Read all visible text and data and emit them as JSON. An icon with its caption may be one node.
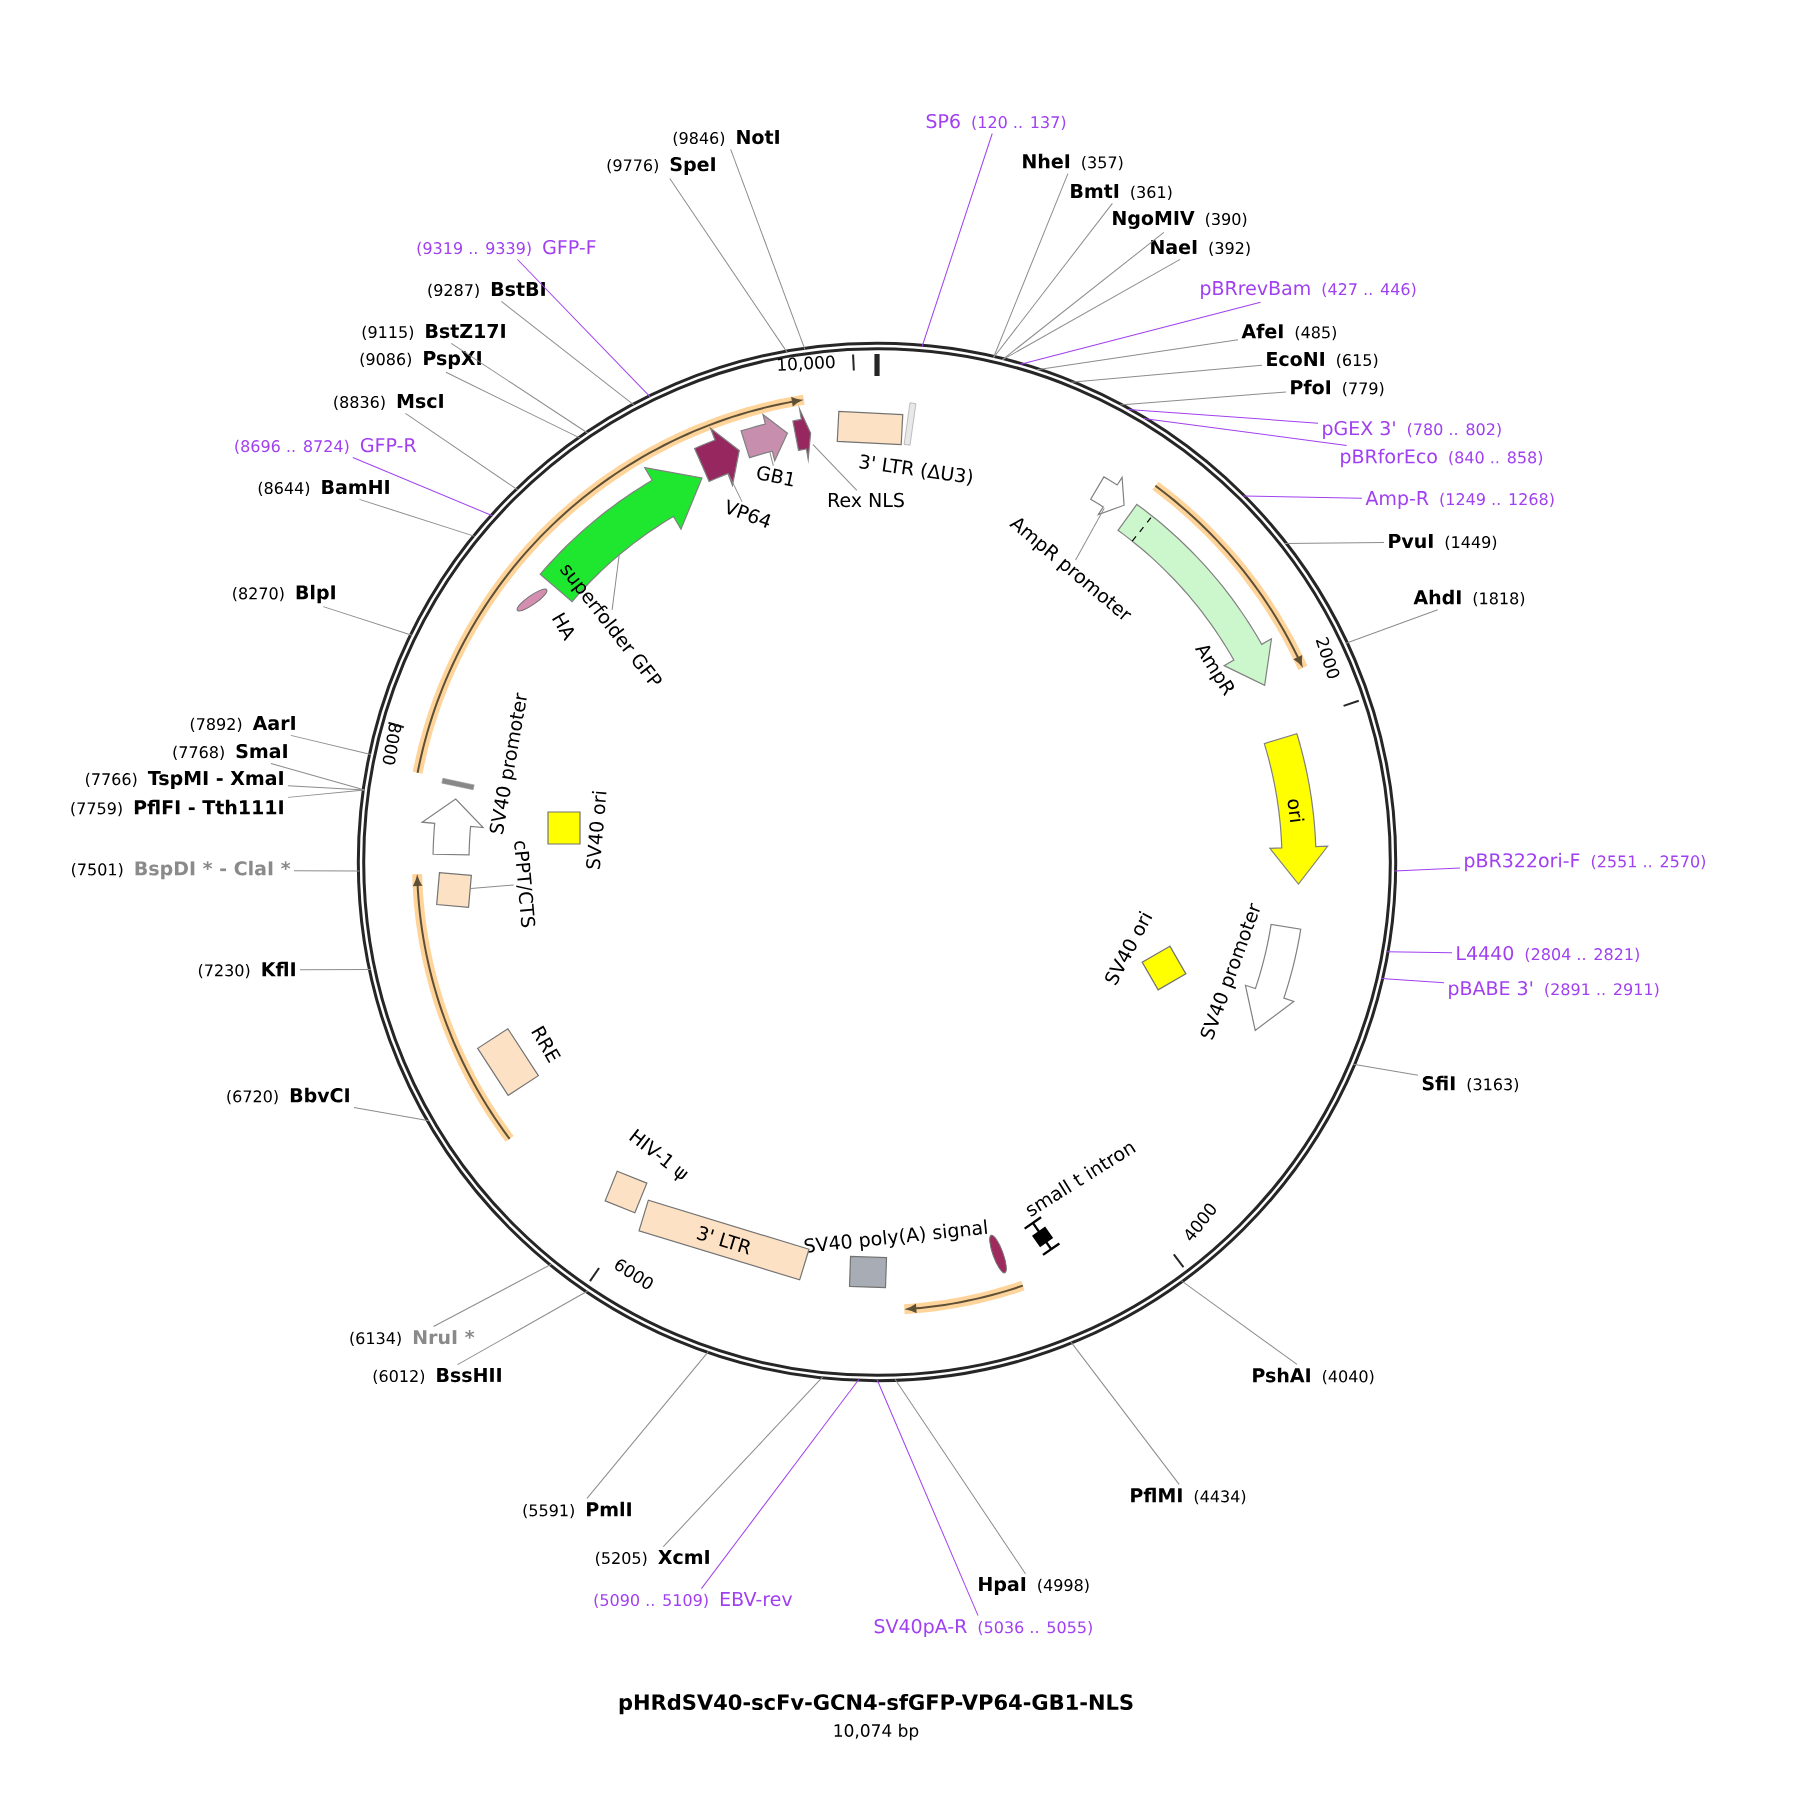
{
  "diagram": {
    "title": "pHRdSV40-scFv-GCN4-sfGFP-VP64-GB1-NLS",
    "caption": "10,074 bp",
    "nodes": [
      {
        "text": [],
        "shape": "circle"
      },
      {
        "text": [
          "SP6",
          "(120 .. 137)"
        ]
      },
      {
        "text": [
          "NheI",
          "(357)"
        ]
      },
      {
        "text": [
          "BmtI",
          "(361)"
        ]
      },
      {
        "text": [
          "NgoMIV",
          "(390)"
        ]
      },
      {
        "text": [
          "NaeI",
          "(392)"
        ]
      },
      {
        "text": [
          "pBRrevBam",
          "(427 .. 446)"
        ]
      },
      {
        "text": [
          "AfeI",
          "(485)"
        ]
      },
      {
        "text": [
          "EcoNI",
          "(615)"
        ]
      },
      {
        "text": [
          "PfoI",
          "(779)"
        ]
      },
      {
        "text": [
          "pGEX 3'",
          "(780 .. 802)"
        ]
      },
      {
        "text": [
          "pBRforEco",
          "(840 .. 858)"
        ]
      },
      {
        "text": [
          "Amp-R",
          "(1249 .. 1268)"
        ]
      },
      {
        "text": [
          "PvuI",
          "(1449)"
        ]
      },
      {
        "text": [
          "AhdI",
          "(1818)"
        ]
      },
      {
        "text": [
          "pBR322ori-F",
          "(2551 .. 2570)"
        ]
      },
      {
        "text": [
          "L4440",
          "(2804 .. 2821)"
        ]
      },
      {
        "text": [
          "pBABE 3'",
          "(2891 .. 2911)"
        ]
      },
      {
        "text": [
          "SfiI",
          "(3163)"
        ]
      },
      {
        "text": [
          "PshAI",
          "(4040)"
        ]
      },
      {
        "text": [
          "PflMI",
          "(4434)"
        ]
      },
      {
        "text": [
          "HpaI",
          "(4998)"
        ]
      },
      {
        "text": [
          "SV40pA-R",
          "(5036 .. 5055)"
        ]
      },
      {
        "text": [
          "(5090 .. 5109)",
          "EBV-rev"
        ]
      },
      {
        "text": [
          "(5205)",
          "XcmI"
        ]
      },
      {
        "text": [
          "(5591)",
          "PmlI"
        ]
      },
      {
        "text": [
          "(6012)",
          "BssHII"
        ]
      },
      {
        "text": [
          "(6134)",
          "NruI *"
        ]
      },
      {
        "text": [
          "(6720)",
          "BbvCI"
        ]
      },
      {
        "text": [
          "(7230)",
          "KflI"
        ]
      },
      {
        "text": [
          "(7501)",
          "BspDI * - ClaI *"
        ]
      },
      {
        "text": [
          "(7759)",
          "PflFI - Tth111I"
        ]
      },
      {
        "text": [
          "(7766)",
          "TspMI - XmaI"
        ]
      },
      {
        "text": [
          "(7768)",
          "SmaI"
        ]
      },
      {
        "text": [
          "(7892)",
          "AarI"
        ]
      },
      {
        "text": [
          "(8270)",
          "BlpI"
        ]
      },
      {
        "text": [
          "(8644)",
          "BamHI"
        ]
      },
      {
        "text": [
          "(8696 .. 8724)",
          "GFP-R"
        ]
      },
      {
        "text": [
          "(8836)",
          "MscI"
        ]
      },
      {
        "text": [
          "(9086)",
          "PspXI"
        ]
      },
      {
        "text": [
          "(9115)",
          "BstZ17I"
        ]
      },
      {
        "text": [
          "(9287)",
          "BstBI"
        ]
      },
      {
        "text": [
          "(9319 .. 9339)",
          "GFP-F"
        ]
      },
      {
        "text": [
          "(9776)",
          "SpeI"
        ]
      },
      {
        "text": [
          "(9846)",
          "NotI"
        ]
      },
      {
        "text": [],
        "shape": "box",
        "beside": [
          "3' LTR (ΔU3)"
        ],
        "in": 0
      },
      {
        "text": [],
        "shape": "bar",
        "in": 0
      },
      {
        "text": [],
        "shape": "arrow",
        "in": 0
      },
      {
        "text": [
          "AmpR promoter"
        ],
        "in": 0
      },
      {
        "text": [],
        "shape": "arrow",
        "beside": [
          "AmpR"
        ],
        "in": 0
      },
      {
        "text": [
          "ori"
        ],
        "in": 0
      },
      {
        "text": [],
        "shape": "arrow",
        "beside": [
          "SV40 promoter"
        ],
        "in": 0
      },
      {
        "text": [],
        "shape": "box",
        "beside": [
          "SV40 ori"
        ],
        "in": 0
      },
      {
        "text": [],
        "shape": "bar",
        "beside": [
          "small t intron"
        ],
        "in": 0
      },
      {
        "text": [],
        "shape": "ellipse",
        "in": 0
      },
      {
        "text": [],
        "shape": "box",
        "beside": [
          "SV40 poly(A) signal"
        ],
        "in": 0
      },
      {
        "text": [
          "3' LTR"
        ],
        "in": 0
      },
      {
        "text": [],
        "shape": "box",
        "beside": [
          "HIV-1 ψ"
        ],
        "in": 0
      },
      {
        "text": [],
        "shape": "box",
        "beside": [
          "RRE"
        ],
        "in": 0
      },
      {
        "text": [],
        "shape": "box",
        "in": 0
      },
      {
        "text": [
          "cPPT/CTS"
        ],
        "in": 0
      },
      {
        "text": [],
        "shape": "arrow",
        "beside": [
          "SV40 promoter"
        ],
        "in": 0
      },
      {
        "text": [],
        "shape": "bar",
        "in": 0
      },
      {
        "text": [],
        "shape": "box",
        "beside": [
          "SV40 ori"
        ],
        "in": 0
      },
      {
        "text": [],
        "shape": "ellipse",
        "beside": [
          "HA"
        ],
        "in": 0
      },
      {
        "text": [],
        "shape": "arrow",
        "in": 0
      },
      {
        "text": [
          "superfolder GFP"
        ],
        "in": 0
      },
      {
        "text": [],
        "shape": "arrow",
        "in": 0
      },
      {
        "text": [
          "VP64"
        ],
        "in": 0
      },
      {
        "text": [],
        "shape": "arrow",
        "in": 0
      },
      {
        "text": [
          "GB1"
        ],
        "in": 0
      },
      {
        "text": [],
        "shape": "arrow",
        "in": 0
      },
      {
        "text": [
          "Rex NLS"
        ],
        "in": 0
      }
    ],
    "edges": [
      {
        "from": 1,
        "to": 0,
        "arrow": "none",
        "color": "#a040f0"
      },
      {
        "from": 2,
        "to": 0,
        "arrow": "none"
      },
      {
        "from": 3,
        "to": 0,
        "arrow": "none"
      },
      {
        "from": 4,
        "to": 0,
        "arrow": "none"
      },
      {
        "from": 5,
        "to": 0,
        "arrow": "none"
      },
      {
        "from": 6,
        "to": 0,
        "arrow": "none",
        "color": "#a040f0"
      },
      {
        "from": 7,
        "to": 0,
        "arrow": "none"
      },
      {
        "from": 8,
        "to": 0,
        "arrow": "none"
      },
      {
        "from": 9,
        "to": 0,
        "arrow": "none"
      },
      {
        "from": 10,
        "to": 0,
        "arrow": "none",
        "color": "#a040f0"
      },
      {
        "from": 11,
        "to": 0,
        "arrow": "none",
        "color": "#a040f0"
      },
      {
        "from": 12,
        "to": 0,
        "arrow": "none",
        "color": "#a040f0"
      },
      {
        "from": 13,
        "to": 0,
        "arrow": "none"
      },
      {
        "from": 14,
        "to": 0,
        "arrow": "none"
      },
      {
        "from": 15,
        "to": 0,
        "arrow": "none",
        "color": "#a040f0"
      },
      {
        "from": 16,
        "to": 0,
        "arrow": "none",
        "color": "#a040f0"
      },
      {
        "from": 17,
        "to": 0,
        "arrow": "none",
        "color": "#a040f0"
      },
      {
        "from": 18,
        "to": 0,
        "arrow": "none"
      },
      {
        "from": 19,
        "to": 0,
        "arrow": "none"
      },
      {
        "from": 20,
        "to": 0,
        "arrow": "none"
      },
      {
        "from": 21,
        "to": 0,
        "arrow": "none"
      },
      {
        "from": 22,
        "to": 0,
        "arrow": "none",
        "color": "#a040f0"
      },
      {
        "from": 23,
        "to": 0,
        "arrow": "none",
        "color": "#a040f0"
      },
      {
        "from": 24,
        "to": 0,
        "arrow": "none"
      },
      {
        "from": 25,
        "to": 0,
        "arrow": "none"
      },
      {
        "from": 26,
        "to": 0,
        "arrow": "none"
      },
      {
        "from": 27,
        "to": 0,
        "arrow": "none"
      },
      {
        "from": 28,
        "to": 0,
        "arrow": "none"
      },
      {
        "from": 29,
        "to": 0,
        "arrow": "none"
      },
      {
        "from": 30,
        "to": 0,
        "arrow": "none"
      },
      {
        "from": 31,
        "to": 0,
        "arrow": "none"
      },
      {
        "from": 32,
        "to": 0,
        "arrow": "none"
      },
      {
        "from": 33,
        "to": 0,
        "arrow": "none"
      },
      {
        "from": 34,
        "to": 0,
        "arrow": "none"
      },
      {
        "from": 35,
        "to": 0,
        "arrow": "none"
      },
      {
        "from": 36,
        "to": 0,
        "arrow": "none"
      },
      {
        "from": 37,
        "to": 0,
        "arrow": "none",
        "color": "#a040f0"
      },
      {
        "from": 38,
        "to": 0,
        "arrow": "none"
      },
      {
        "from": 39,
        "to": 0,
        "arrow": "none"
      },
      {
        "from": 40,
        "to": 0,
        "arrow": "none"
      },
      {
        "from": 41,
        "to": 0,
        "arrow": "none"
      },
      {
        "from": 42,
        "to": 0,
        "arrow": "none",
        "color": "#a040f0"
      },
      {
        "from": 43,
        "to": 0,
        "arrow": "none"
      },
      {
        "from": 44,
        "to": 0,
        "arrow": "none"
      },
      {
        "from": 48,
        "to": 47,
        "arrow": "none"
      },
      {
        "from": 60,
        "to": 59,
        "arrow": "none"
      },
      {
        "from": 66,
        "to": 65,
        "arrow": "none"
      },
      {
        "from": 68,
        "to": 67,
        "arrow": "none"
      },
      {
        "from": 70,
        "to": 69,
        "arrow": "none"
      },
      {
        "from": 72,
        "to": 71,
        "arrow": "none"
      }
    ],
    "labels": [
      "10,000",
      "2000",
      "4000",
      "6000",
      "8000"
    ]
  }
}
